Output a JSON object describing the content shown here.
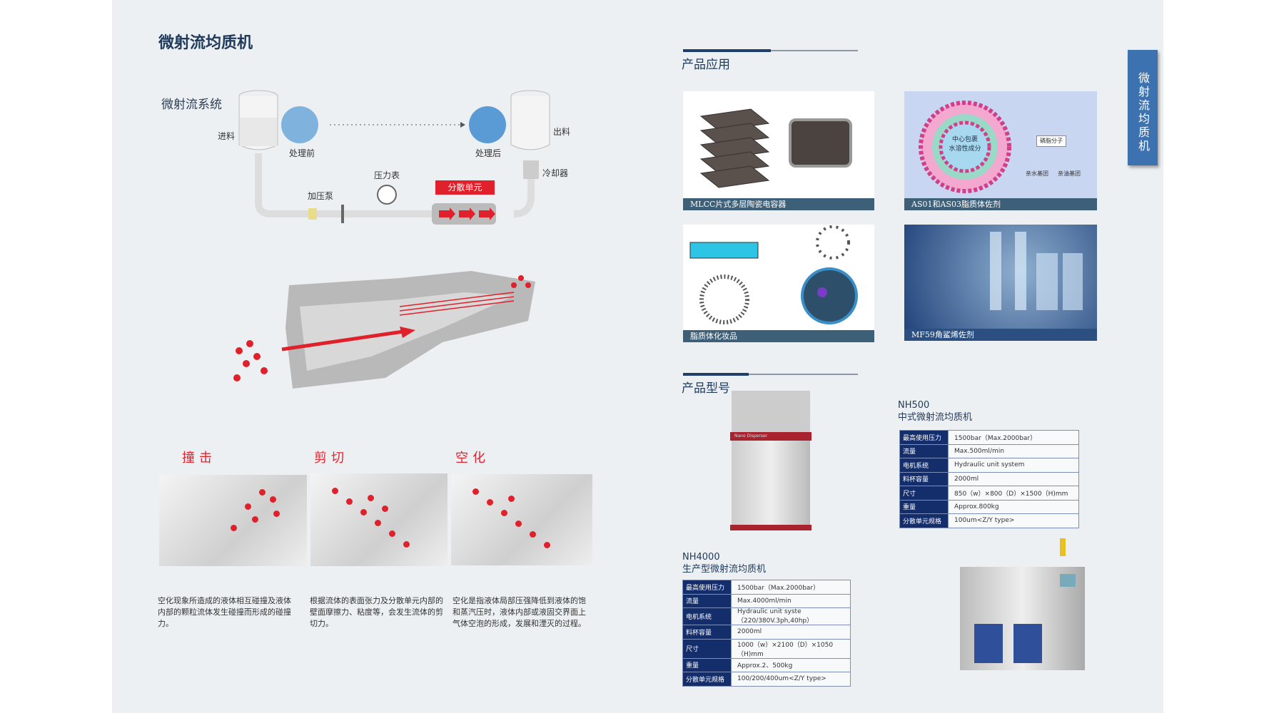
{
  "page_title": "微射流均质机",
  "side_tab": "微射流均质机",
  "system": {
    "title": "微射流系统",
    "labels": {
      "feed": "进料",
      "before": "处理前",
      "after": "处理后",
      "discharge": "出料",
      "cooler": "冷却器",
      "gauge": "压力表",
      "pump": "加压泵",
      "dispersion_unit": "分散单元"
    }
  },
  "mechanisms": [
    {
      "title": "撞击",
      "desc": "空化现象所造成的液体相互碰撞及液体内部的颗粒流体发生碰撞而形成的碰撞力。"
    },
    {
      "title": "剪切",
      "desc": "根据流体的表面张力及分散单元内部的壁面摩擦力、粘度等，会发生流体的剪切力。"
    },
    {
      "title": "空化",
      "desc": "空化是指液体局部压强降低到液体的饱和蒸汽压时，液体内部或液固交界面上气体空泡的形成，发展和湮灭的过程。"
    }
  ],
  "applications": {
    "title": "产品应用",
    "items": [
      {
        "caption": "MLCC片式多层陶瓷电容器"
      },
      {
        "caption": "AS01和AS03脂质体佐剂",
        "inner_1": "中心包裹",
        "inner_2": "水溶性成分",
        "mol": "磷脂分子",
        "hydrophilic": "亲水基团",
        "lipophilic": "亲油基团"
      },
      {
        "caption": "脂质体化妆品"
      },
      {
        "caption": "MF59角鲨烯佐剂"
      }
    ]
  },
  "models": {
    "title": "产品型号",
    "nh500": {
      "name": "NH500",
      "desc": "中式微射流均质机",
      "specs": [
        {
          "k": "最高使用压力",
          "v": "1500bar（Max.2000bar）"
        },
        {
          "k": "流量",
          "v": "Max.500ml/min"
        },
        {
          "k": "电机系统",
          "v": "Hydraulic unit system"
        },
        {
          "k": "料杯容量",
          "v": "2000ml"
        },
        {
          "k": "尺寸",
          "v": "850（w）×800（D）×1500（H)mm"
        },
        {
          "k": "重量",
          "v": "Approx.800kg"
        },
        {
          "k": "分散单元规格",
          "v": "100um<Z/Y type>"
        }
      ]
    },
    "nh4000": {
      "name": "NH4000",
      "desc": "生产型微射流均质机",
      "specs": [
        {
          "k": "最高使用压力",
          "v": "1500bar（Max.2000bar）"
        },
        {
          "k": "流量",
          "v": "Max.4000ml/min"
        },
        {
          "k": "电机系统",
          "v": "Hydraulic unit syste（220/380V.3ph,40hp）"
        },
        {
          "k": "料杯容量",
          "v": "2000ml"
        },
        {
          "k": "尺寸",
          "v": "1000（w）×2100（D）×1050（H)mm"
        },
        {
          "k": "重量",
          "v": "Approx.2、500kg"
        },
        {
          "k": "分散单元规格",
          "v": "100/200/400um<Z/Y type>"
        }
      ]
    },
    "machine_brand": "Nano Disperser"
  }
}
